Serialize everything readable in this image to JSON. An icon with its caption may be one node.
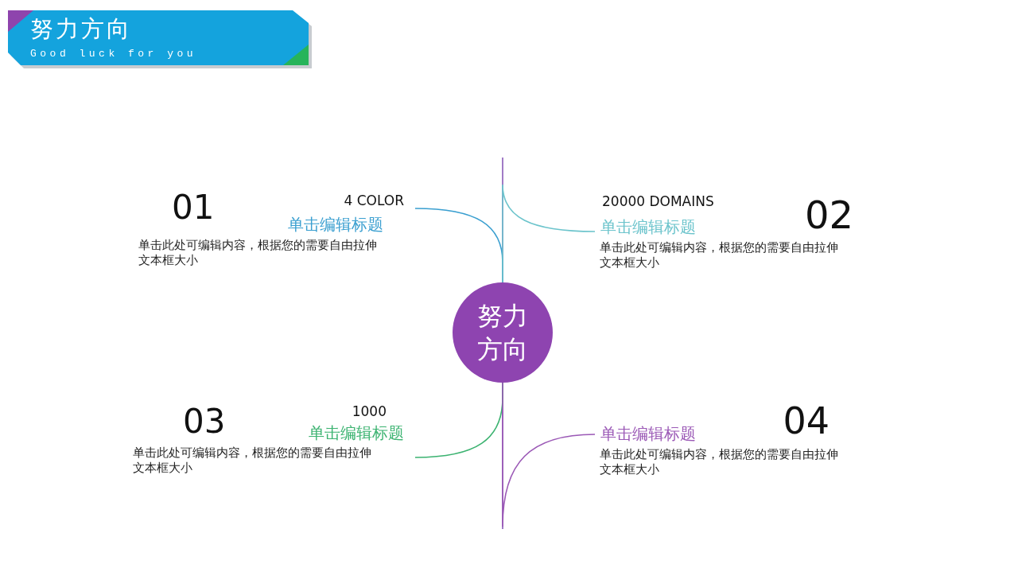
{
  "diagram": {
    "title": "努力方向",
    "nodes": [
      {
        "text": [
          "努力方向"
        ]
      },
      {
        "text": [
          "01",
          "4 COLOR",
          "单击编辑标题",
          "单击此处可编辑内容，根据您的需要自由拉伸文本框大小"
        ]
      },
      {
        "text": [
          "20000 DOMAINS",
          "单击编辑标题",
          "02",
          "单击此处可编辑内容，根据您的需要自由拉伸文本框大小"
        ]
      },
      {
        "text": [
          "03",
          "1000",
          "单击编辑标题",
          "单击此处可编辑内容，根据您的需要自由拉伸文本框大小"
        ]
      },
      {
        "text": [
          "单击编辑标题",
          "04",
          "单击此处可编辑内容，根据您的需要自由拉伸文本框大小"
        ]
      }
    ],
    "edges": [
      {
        "from": 0,
        "to": 1,
        "arrow": "none",
        "color": "#3a9fd0"
      },
      {
        "from": 0,
        "to": 2,
        "arrow": "none",
        "color": "#6cc4cc"
      },
      {
        "from": 0,
        "to": 3,
        "arrow": "none",
        "color": "#3cb371"
      },
      {
        "from": 0,
        "to": 4,
        "arrow": "none",
        "color": "#9b59b6"
      }
    ],
    "labels": [
      "Good luck for you"
    ]
  }
}
